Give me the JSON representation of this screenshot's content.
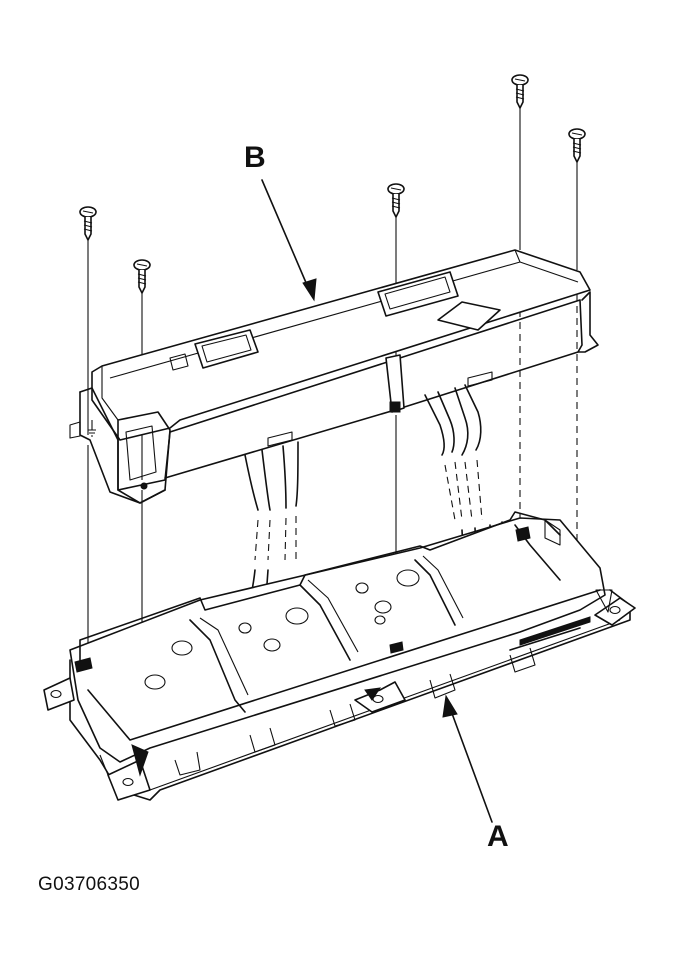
{
  "callouts": {
    "b": "B",
    "a": "A"
  },
  "figure_code": "G03706350",
  "parts": [
    {
      "id": "A",
      "icon": "lower-housing"
    },
    {
      "id": "B",
      "icon": "upper-cover"
    },
    {
      "id": "screw",
      "icon": "screw-icon",
      "count": 5
    }
  ]
}
